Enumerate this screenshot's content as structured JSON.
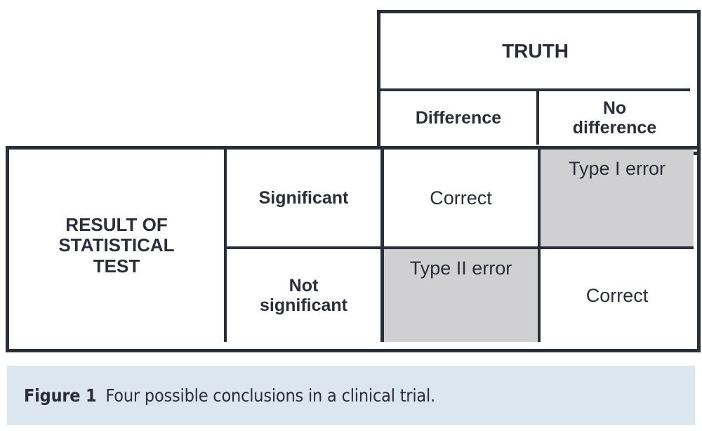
{
  "figure": {
    "caption_label": "Figure 1",
    "caption_text": "Four possible conclusions in a clinical trial.",
    "caption_bg": "#dce6ef",
    "shaded_cell_color": "#d0d0d2",
    "ink_color": "#2b2e38"
  },
  "table": {
    "truth_header": "TRUTH",
    "truth_columns": [
      "Difference",
      "No difference"
    ],
    "result_header": "RESULT OF STATISTICAL TEST",
    "result_rows": [
      "Significant",
      "Not significant"
    ],
    "cells": [
      {
        "row": "Significant",
        "col": "Difference",
        "value": "Correct",
        "shaded": false
      },
      {
        "row": "Significant",
        "col": "No difference",
        "value": "Type I error",
        "shaded": true
      },
      {
        "row": "Not significant",
        "col": "Difference",
        "value": "Type II error",
        "shaded": true
      },
      {
        "row": "Not significant",
        "col": "No difference",
        "value": "Correct",
        "shaded": false
      }
    ]
  },
  "chart_data": {
    "type": "table",
    "title": "Four possible conclusions in a clinical trial",
    "row_variable": "RESULT OF STATISTICAL TEST",
    "column_variable": "TRUTH",
    "columns": [
      "Difference",
      "No difference"
    ],
    "rows": [
      "Significant",
      "Not significant"
    ],
    "values": [
      [
        "Correct",
        "Type I error"
      ],
      [
        "Type II error",
        "Correct"
      ]
    ],
    "highlighted": [
      {
        "row": "Significant",
        "col": "No difference",
        "value": "Type I error"
      },
      {
        "row": "Not significant",
        "col": "Difference",
        "value": "Type II error"
      }
    ]
  }
}
